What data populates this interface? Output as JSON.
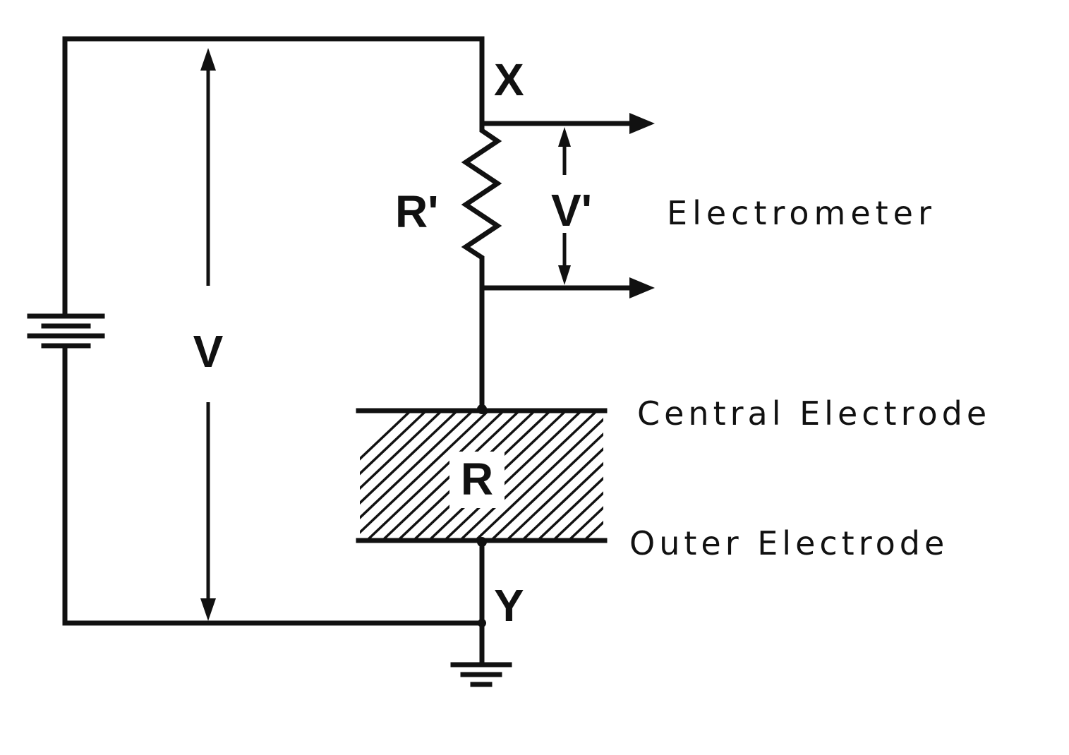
{
  "labels": {
    "node_x": "X",
    "node_y": "Y",
    "source_voltage": "V",
    "measured_voltage": "V'",
    "series_resistor": "R'",
    "sample_resistance": "R",
    "electrometer": "Electrometer",
    "central_electrode": "Central Electrode",
    "outer_electrode": "Outer Electrode"
  },
  "colors": {
    "ink": "#111111",
    "background": "#ffffff"
  }
}
